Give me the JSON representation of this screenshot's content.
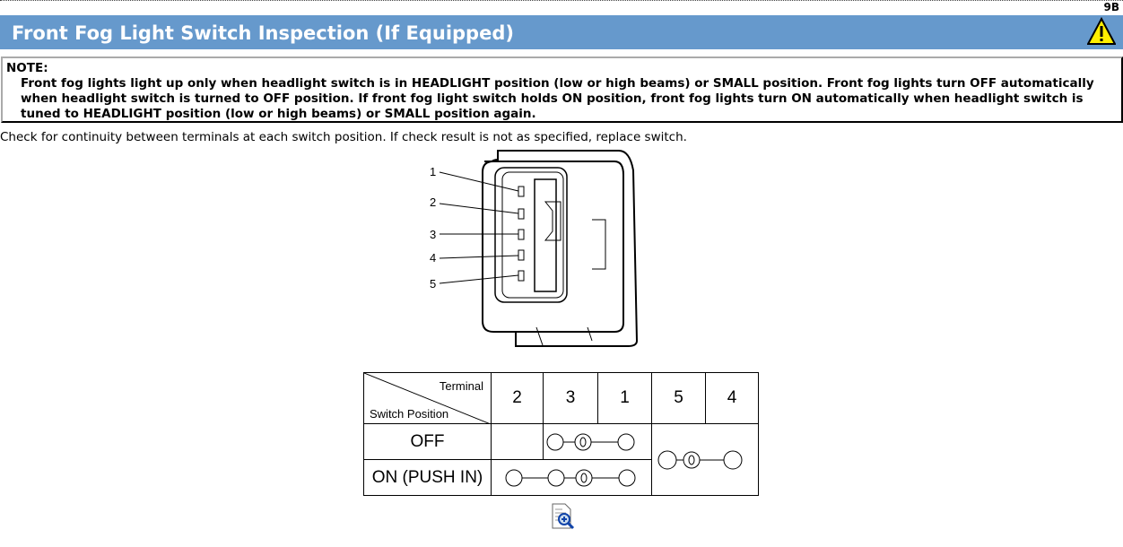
{
  "page_number": "9B",
  "title": "Front Fog Light Switch Inspection (If Equipped)",
  "note": {
    "label": "NOTE:",
    "text": "Front fog lights light up only when headlight switch is in HEADLIGHT position (low or high beams) or SMALL position. Front fog lights turn OFF automatically when headlight switch is turned to OFF position. If front fog light switch holds ON position, front fog lights turn ON automatically when headlight switch is tuned to HEADLIGHT position (low or high beams) or SMALL position again."
  },
  "instruction": "Check for continuity between terminals at each switch position. If check result is not as specified, replace switch.",
  "diagram": {
    "pins": [
      "1",
      "2",
      "3",
      "4",
      "5"
    ]
  },
  "table": {
    "header_terminal": "Terminal",
    "header_position": "Switch Position",
    "terminals": [
      "2",
      "3",
      "1",
      "5",
      "4"
    ],
    "rows": [
      {
        "position": "OFF"
      },
      {
        "position": "ON (PUSH IN)"
      }
    ]
  }
}
